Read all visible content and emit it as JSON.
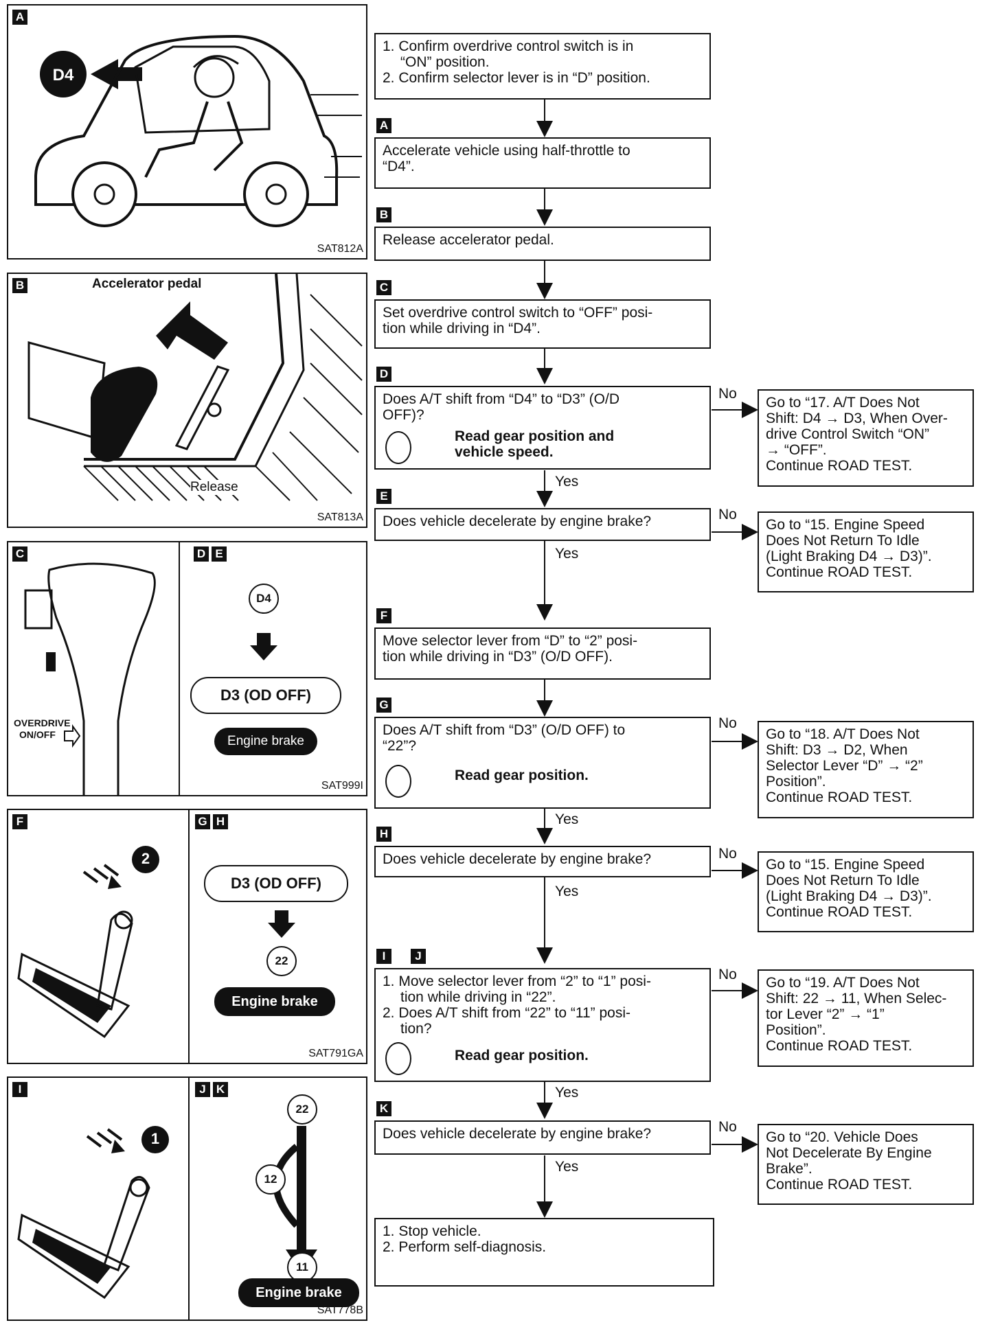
{
  "figures": {
    "fig1": {
      "tag": "A",
      "code": "SAT812A",
      "gear": "D4"
    },
    "fig2": {
      "tag": "B",
      "code": "SAT813A",
      "pedal_label": "Accelerator pedal",
      "release_label": "Release"
    },
    "fig3": {
      "tag_left": "C",
      "tag_right1": "D",
      "tag_right2": "E",
      "code": "SAT999I",
      "overdrive_label1": "OVERDRIVE",
      "overdrive_label2": "ON/OFF",
      "gear_top": "D4",
      "gear_pill": "D3 (OD OFF)",
      "engine_brake": "Engine brake"
    },
    "fig4": {
      "tag_left": "F",
      "tag_right1": "G",
      "tag_right2": "H",
      "code": "SAT791GA",
      "num": "2",
      "gear_pill": "D3 (OD OFF)",
      "gear_circle": "22",
      "engine_brake": "Engine brake"
    },
    "fig5": {
      "tag_left": "I",
      "tag_right1": "J",
      "tag_right2": "K",
      "code": "SAT778B",
      "num": "1",
      "c_top": "22",
      "c_mid": "12",
      "c_bot": "11",
      "engine_brake": "Engine brake"
    }
  },
  "flow": {
    "start": {
      "l1": "1. Confirm overdrive control switch is in",
      "l2": "“ON” position.",
      "l3": "2. Confirm selector lever is in “D” position."
    },
    "stepA": {
      "tag": "A",
      "l1": "Accelerate vehicle using half-throttle to",
      "l2": "“D4”."
    },
    "stepB": {
      "tag": "B",
      "l1": "Release accelerator pedal."
    },
    "stepC": {
      "tag": "C",
      "l1": "Set overdrive control switch to “OFF” posi-",
      "l2": "tion while driving in “D4”."
    },
    "stepD": {
      "tag": "D",
      "l1": "Does A/T shift from “D4” to “D3” (O/D",
      "l2": "OFF)?",
      "b1": "Read gear position and",
      "b2": "vehicle speed."
    },
    "noD": {
      "l1": "Go to “17. A/T Does Not",
      "l2": "Shift: D4 → D3, When Over-",
      "l3": "drive Control Switch “ON”",
      "l4": "→ “OFF”.",
      "l5": "Continue ROAD TEST."
    },
    "stepE": {
      "tag": "E",
      "l1": "Does vehicle decelerate by engine brake?"
    },
    "noE": {
      "l1": "Go to “15. Engine Speed",
      "l2": "Does Not Return To Idle",
      "l3": "(Light Braking D4 → D3)”.",
      "l4": "Continue ROAD TEST."
    },
    "stepF": {
      "tag": "F",
      "l1": "Move selector lever from “D” to “2” posi-",
      "l2": "tion while driving in “D3” (O/D OFF)."
    },
    "stepG": {
      "tag": "G",
      "l1": "Does A/T shift from “D3” (O/D OFF) to",
      "l2": "“22”?",
      "b1": "Read gear position."
    },
    "noG": {
      "l1": "Go to “18. A/T Does Not",
      "l2": "Shift: D3 → D2, When",
      "l3": "Selector Lever “D” → “2”",
      "l4": "Position”.",
      "l5": "Continue ROAD TEST."
    },
    "stepH": {
      "tag": "H",
      "l1": "Does vehicle decelerate by engine brake?"
    },
    "noH": {
      "l1": "Go to “15. Engine Speed",
      "l2": "Does Not Return To Idle",
      "l3": "(Light Braking D4 → D3)”.",
      "l4": "Continue ROAD TEST."
    },
    "stepI": {
      "tag": "I",
      "tag2": "J",
      "l1": "1. Move selector lever from “2” to “1” posi-",
      "l2": "tion while driving in “22”.",
      "l3": "2. Does A/T shift from “22” to “11” posi-",
      "l4": "tion?",
      "b1": "Read gear position."
    },
    "noI": {
      "l1": "Go to “19. A/T Does Not",
      "l2": "Shift: 22 → 11, When Selec-",
      "l3": "tor Lever “2” → “1”",
      "l4": "Position”.",
      "l5": "Continue ROAD TEST."
    },
    "stepK": {
      "tag": "K",
      "l1": "Does vehicle decelerate by engine brake?"
    },
    "noK": {
      "l1": "Go to “20. Vehicle Does",
      "l2": "Not Decelerate By Engine",
      "l3": "Brake”.",
      "l4": "Continue ROAD TEST."
    },
    "end": {
      "l1": "1. Stop vehicle.",
      "l2": "2. Perform self-diagnosis."
    },
    "yes": "Yes",
    "no": "No"
  }
}
